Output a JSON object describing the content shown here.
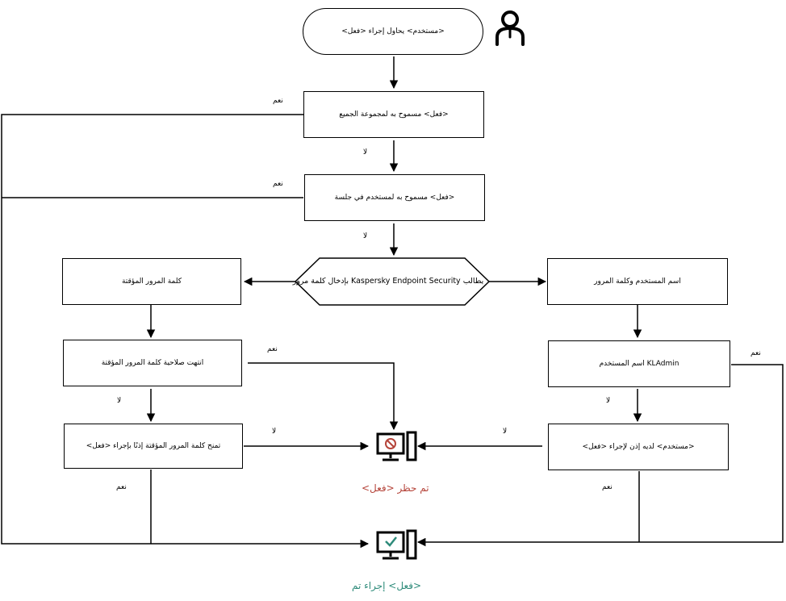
{
  "nodes": {
    "start": "<مستخدم> يحاول إجراء <فعل>",
    "allowed_group": "<فعل> مسموح به لمجموعة الجميع",
    "allowed_user_session": "<فعل> مسموح به لمستخدم في جلسة",
    "kes_prompt": "يطالب Kaspersky Endpoint Security بإدخال كلمة مرور",
    "temp_password": "كلمة المرور المؤقتة",
    "username_password": "اسم المستخدم وكلمة المرور",
    "temp_expired": "انتهت صلاحية كلمة المرور المؤقتة",
    "kladmin": "KLAdmin اسم المستخدم",
    "temp_allows": "تمنح كلمة المرور المؤقتة إذنًا بإجراء <فعل>",
    "user_has_permission": "<مستخدم> لديه إذن لإجراء <فعل>"
  },
  "edge_labels": {
    "yes": "نعم",
    "no": "لا"
  },
  "outcomes": {
    "blocked": "تم حظر <فعل>",
    "done": "<فعل> إجراء تم"
  },
  "colors": {
    "blocked": "#b5443a",
    "done": "#2e8b7a",
    "line": "#000000"
  },
  "icons": {
    "user": "user-icon",
    "blocked": "computer-blocked-icon",
    "done": "computer-check-icon"
  }
}
